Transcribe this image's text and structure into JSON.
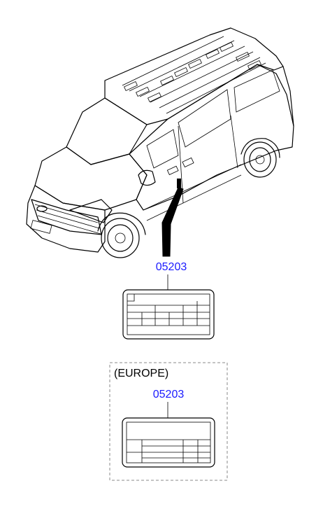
{
  "diagram": {
    "part_ref_main": "05203",
    "region_label": "(EUROPE)",
    "part_ref_region": "05203"
  },
  "colors": {
    "part_ref": "#1a1aff",
    "line": "#000000",
    "dashed_box": "#888888"
  }
}
